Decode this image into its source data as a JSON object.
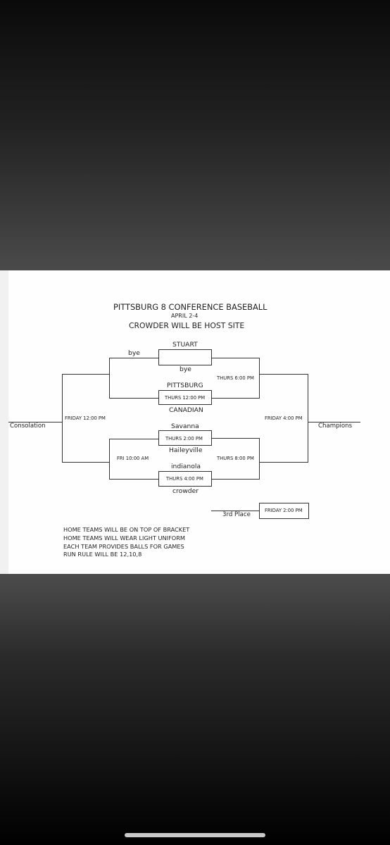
{
  "header": {
    "title": "PITTSBURG 8 CONFERENCE BASEBALL",
    "dates": "APRIL 2-4",
    "host": "CROWDER WILL BE HOST SITE"
  },
  "teams": {
    "stuart": "STUART",
    "bye_top": "bye",
    "bye_left": "bye",
    "pittsburg": "PITTSBURG",
    "canadian": "CANADIAN",
    "savanna": "Savanna",
    "haileyville": "Haileyville",
    "indianola": "indianola",
    "crowder": "crowder"
  },
  "times": {
    "thurs_12": "THURS  12:00 PM",
    "thurs_2": "THURS  2:00 PM",
    "thurs_4": "THURS  4:00 PM",
    "thurs_6": "THURS 6:00 PM",
    "thurs_8": "THURS 8:00 PM",
    "friday_12": "FRIDAY 12:00 PM",
    "fri_10": "FRI 10:00 AM",
    "friday_4": "FRIDAY 4:00 PM",
    "friday_2": "FRIDAY 2:00 PM"
  },
  "labels": {
    "consolation": "Consolation",
    "champions": "Champions",
    "third_place": "3rd Place"
  },
  "notes": [
    "HOME TEAMS WILL BE ON TOP OF BRACKET",
    "HOME TEAMS WILL WEAR LIGHT UNIFORM",
    "EACH TEAM PROVIDES  BALLS FOR GAMES",
    "RUN RULE WILL BE 12,10,8"
  ]
}
